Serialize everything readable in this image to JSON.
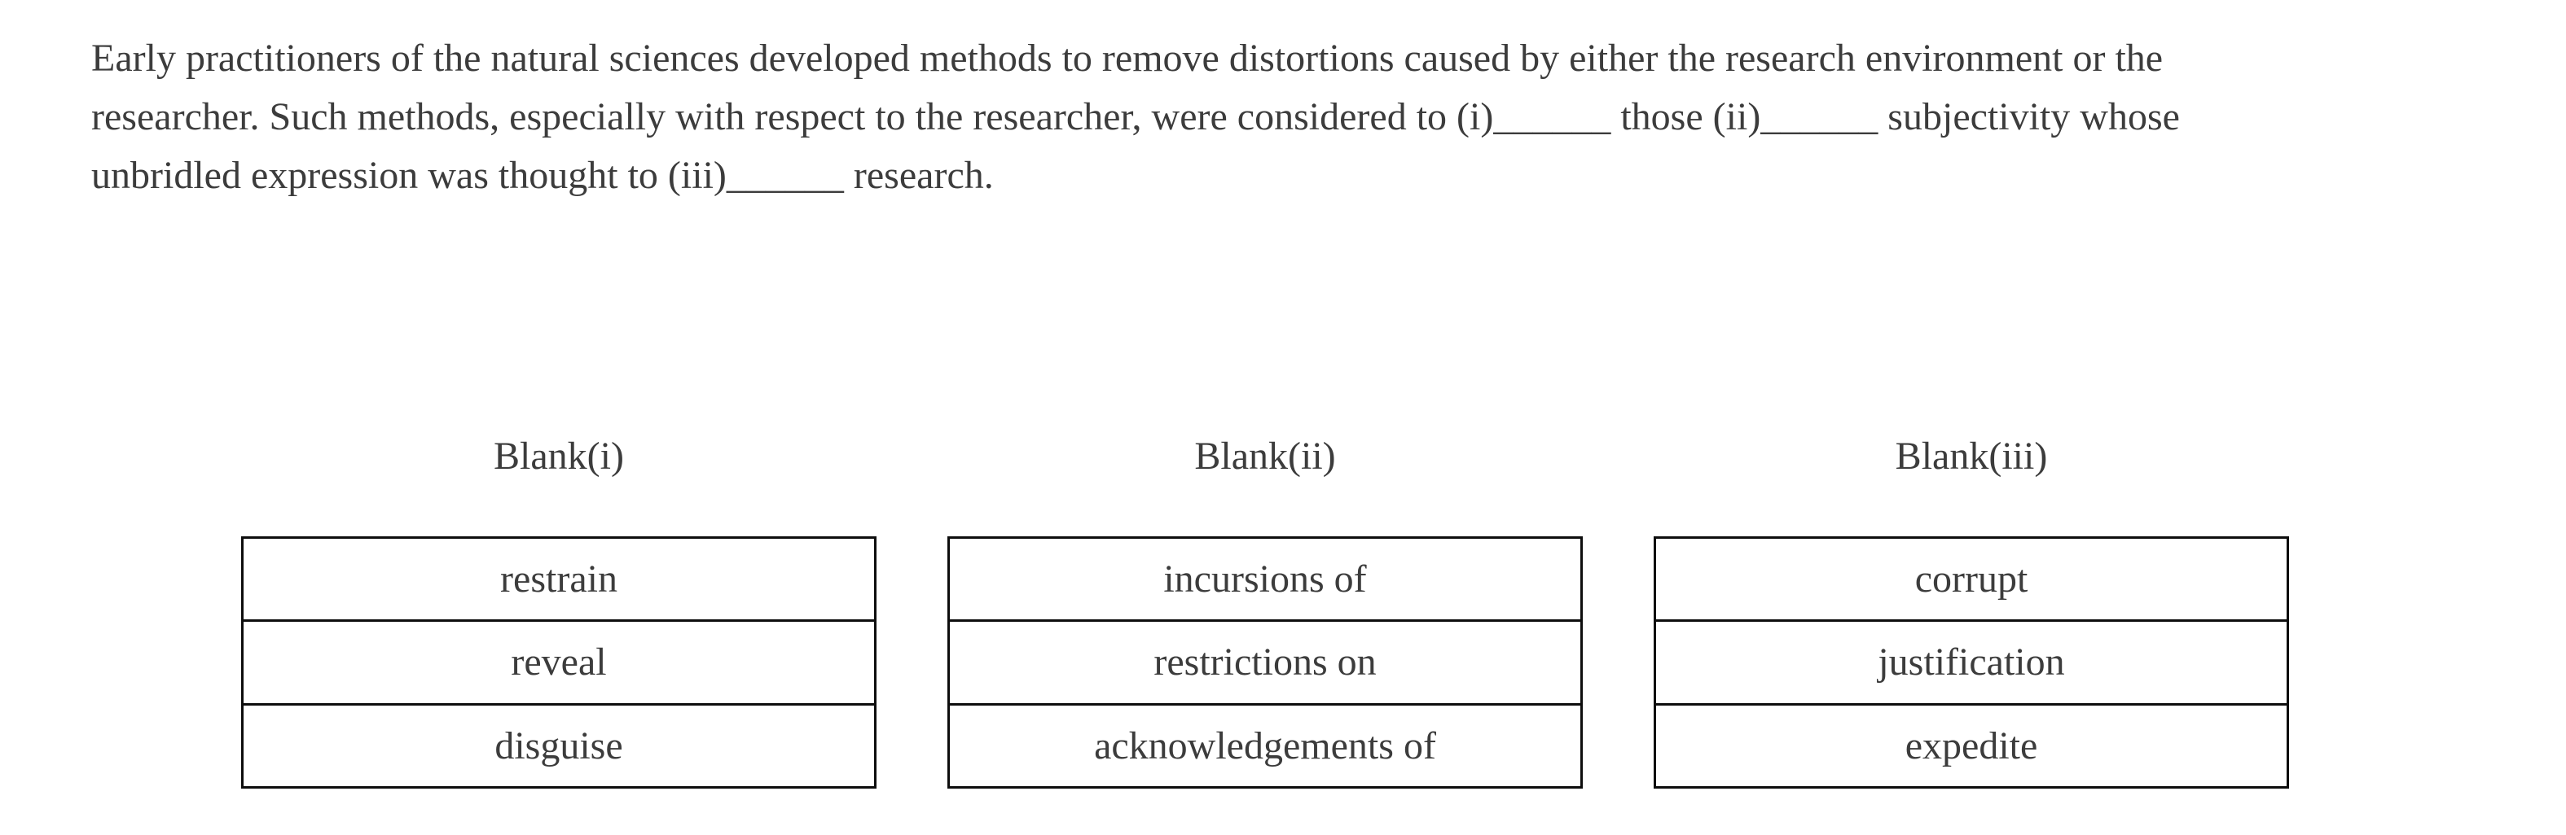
{
  "passage": {
    "lines": [
      "Early practitioners of the natural sciences developed methods to remove distortions caused by either the research environment or the",
      "researcher. Such methods, especially with respect to the researcher, were considered to (i)______ those (ii)______ subjectivity whose",
      "unbridled expression was thought to (iii)______ research."
    ]
  },
  "blanks": [
    {
      "label": "Blank(i)",
      "options": [
        "restrain",
        "reveal",
        "disguise"
      ]
    },
    {
      "label": "Blank(ii)",
      "options": [
        "incursions of",
        "restrictions on",
        "acknowledgements of"
      ]
    },
    {
      "label": "Blank(iii)",
      "options": [
        "corrupt",
        "justification",
        "expedite"
      ]
    }
  ],
  "colors": {
    "background": "#ffffff",
    "text": "#3c3c3c",
    "table_border": "#0d0d0d"
  }
}
